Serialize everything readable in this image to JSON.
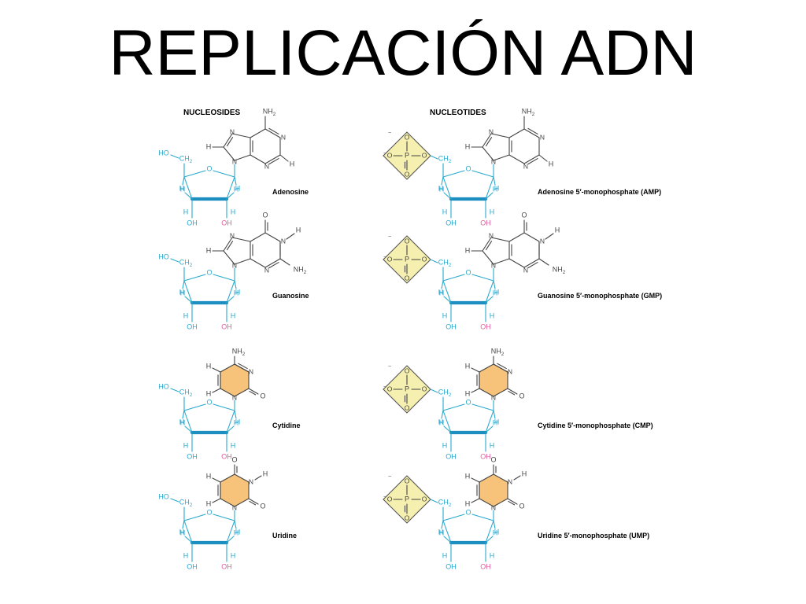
{
  "title": "REPLICACIÓN ADN",
  "columns": {
    "left": "NUCLEOSIDES",
    "right": "NUCLEOTIDES"
  },
  "colors": {
    "sugar": "#29a9cf",
    "sugar_bold": "#1c8fc0",
    "hydroxyl_2": "#e0609a",
    "base": "#444444",
    "pyrimidine_fill": "#f7c27a",
    "phosphate_fill": "#f6f0b0",
    "text": "#000000"
  },
  "atoms": {
    "ho": "HO",
    "ch": "CH",
    "sub2": "2",
    "o": "O",
    "h": "H",
    "oh": "OH",
    "n": "N",
    "nh": "NH",
    "p": "P"
  },
  "molecules": [
    {
      "id": "adenosine",
      "nucleoside": "Adenosine",
      "nucleotide": "Adenosine 5′-monophosphate (AMP)",
      "base_type": "purine",
      "base": "adenine"
    },
    {
      "id": "guanosine",
      "nucleoside": "Guanosine",
      "nucleotide": "Guanosine 5′-monophosphate (GMP)",
      "base_type": "purine",
      "base": "guanine"
    },
    {
      "id": "cytidine",
      "nucleoside": "Cytidine",
      "nucleotide": "Cytidine 5′-monophosphate (CMP)",
      "base_type": "pyrimidine",
      "base": "cytosine"
    },
    {
      "id": "uridine",
      "nucleoside": "Uridine",
      "nucleotide": "Uridine 5′-monophosphate (UMP)",
      "base_type": "pyrimidine",
      "base": "uracil"
    }
  ]
}
